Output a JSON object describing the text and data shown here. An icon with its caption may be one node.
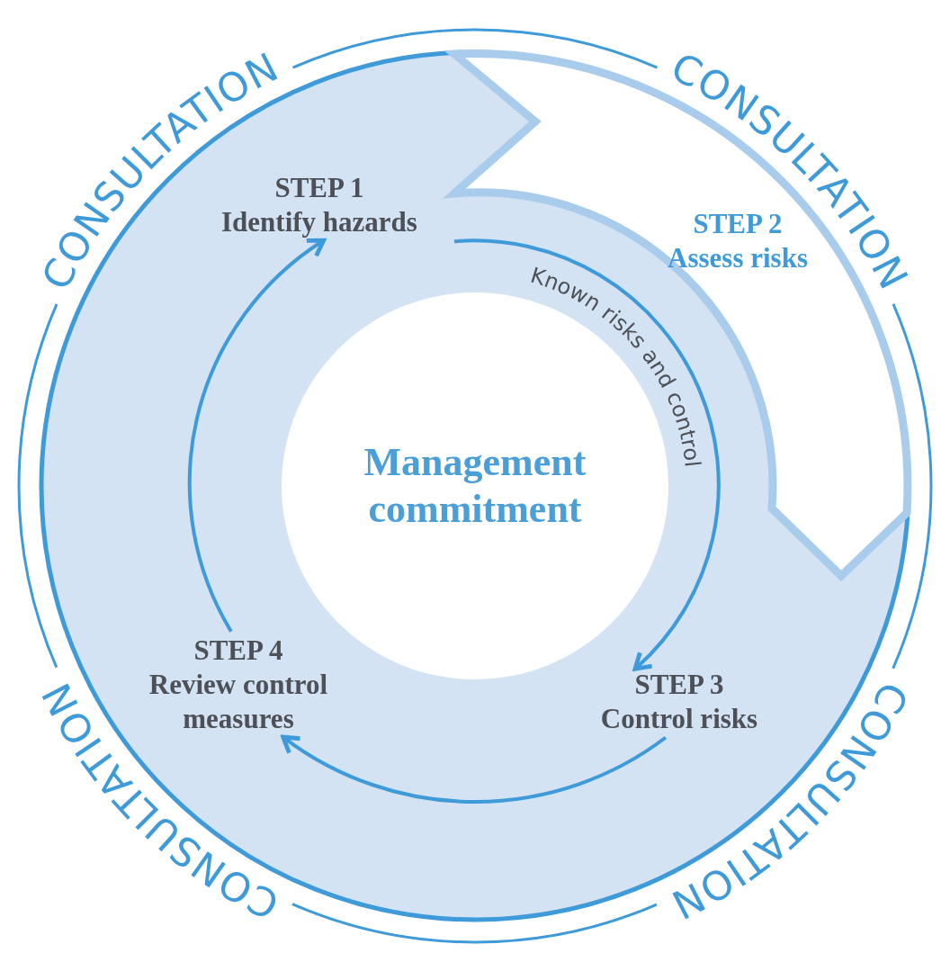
{
  "diagram": {
    "nodes": [
      {
        "text": [
          "STEP 1",
          "Identify hazards"
        ]
      },
      {
        "text": [
          "STEP 2",
          "Assess risks"
        ]
      },
      {
        "text": [
          "STEP 3",
          "Control risks"
        ]
      },
      {
        "text": [
          "STEP 4",
          "Review control measures"
        ]
      },
      {
        "text": [
          "Management commitment"
        ]
      }
    ],
    "edges": [
      {
        "from": 0,
        "to": 2,
        "arrow": "to",
        "label": "Known risks and control"
      },
      {
        "from": 2,
        "to": 3,
        "arrow": "to"
      },
      {
        "from": 3,
        "to": 0,
        "arrow": "to"
      }
    ],
    "labels": [
      "CONSULTATION",
      "CONSULTATION",
      "CONSULTATION",
      "CONSULTATION"
    ]
  }
}
